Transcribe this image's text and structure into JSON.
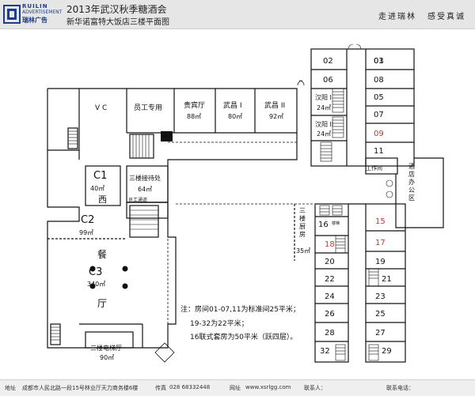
{
  "header": {
    "logo": {
      "line1": "RUILIN",
      "line2": "ADVERTISEMENT",
      "line3": "瑞林广告"
    },
    "title": "2013年武汉秋季糖酒会",
    "subtitle": "新华诺富特大饭店三楼平面图",
    "slogan_left": "走进瑞林",
    "slogan_right": "感受真诚"
  },
  "rooms_left": {
    "vc": "V C",
    "staff": "员工专用",
    "guest_hall": "贵宾厅",
    "guest_hall_area": "88㎡",
    "wuchang1": "武昌 I",
    "wuchang1_area": "80㎡",
    "wuchang2": "武昌 II",
    "wuchang2_area": "92㎡",
    "c1": "C1",
    "c1_area": "40㎡",
    "xi": "西",
    "reception": "三楼接待处",
    "reception_area": "64㎡",
    "passage": "员工通道",
    "c2": "C2",
    "c2_area": "99㎡",
    "can": "餐",
    "c3": "C3",
    "c3_area": "340㎡",
    "ting": "厅",
    "elevator_hall": "三楼电梯厅",
    "elevator_hall_area": "90㎡"
  },
  "rooms_right": {
    "hanyang1": "汉阳 I",
    "hanyang1_area": "24㎡",
    "hanyang2": "汉阳 II",
    "hanyang2_area": "24㎡",
    "workroom": "工作间",
    "office": "酒店办公区",
    "kitchen": "三楼厨房",
    "kitchen_area": "35㎡",
    "stair_label": "楼梯",
    "rooms_black": [
      "02",
      "01",
      "06",
      "03",
      "08",
      "05",
      "07",
      "11",
      "16",
      "20",
      "19",
      "22",
      "21",
      "24",
      "23",
      "26",
      "25",
      "28",
      "27",
      "32",
      "29"
    ],
    "rooms_red": [
      "09",
      "15",
      "18",
      "17"
    ]
  },
  "notes": {
    "line1": "注：房间01-07,11为标准间25平米；",
    "line2": "19-32为22平米；",
    "line3": "16联式套房为50平米（跃四层）。"
  },
  "footer": {
    "addr_label": "地址",
    "addr": "成都市人民北路一段15号林业厅天力商务楼6楼",
    "fax_label": "传真",
    "fax": "028 68332448",
    "site_label": "网址",
    "site": "www.xsrlgg.com",
    "contact_label": "联系人：",
    "phone_label": "联系电话："
  },
  "colors": {
    "line": "#111111",
    "room_number_red": "#c0392b",
    "header_bg": "#e6e6e6",
    "logo_blue": "#1d3c8c"
  }
}
